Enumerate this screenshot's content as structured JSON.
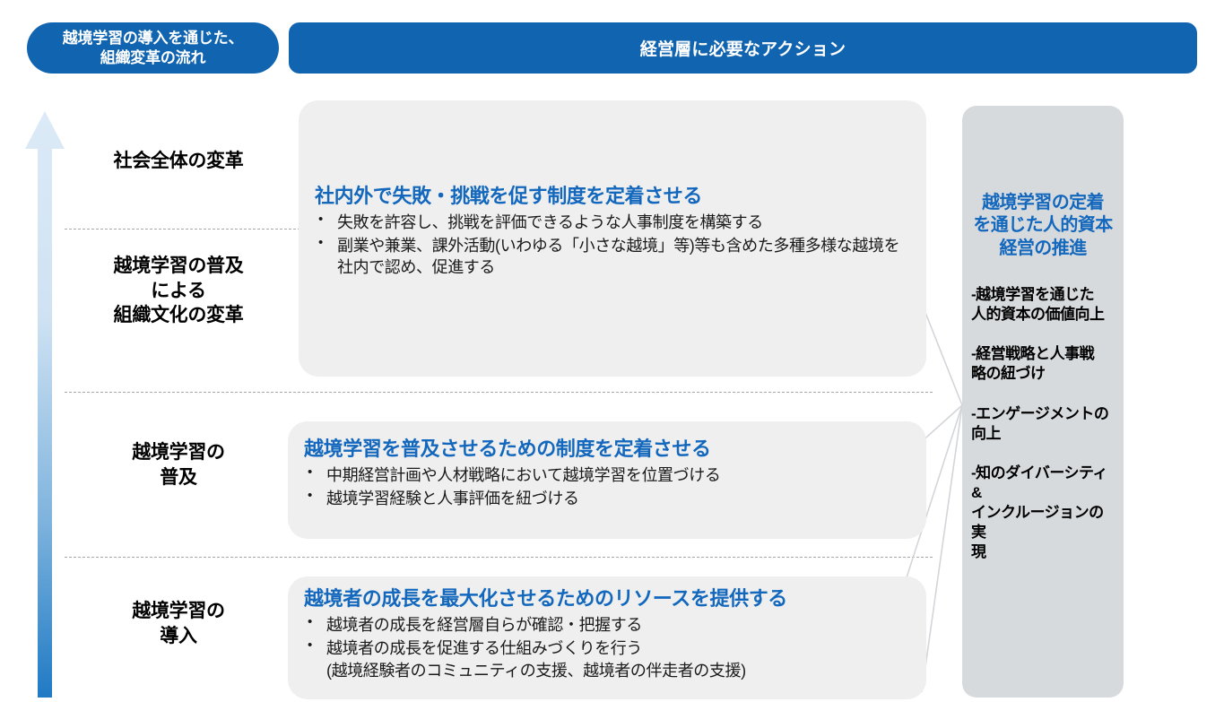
{
  "header": {
    "left_pill": {
      "line1": "越境学習の導入を通じた、",
      "line2": "組織変革の流れ"
    },
    "banner_title": "経営層に必要なアクション"
  },
  "colors": {
    "brand_blue": "#1064b0",
    "heading_blue": "#1368bd",
    "card_bg": "#efefef",
    "panel_bg": "#d7dadd",
    "arrow_top": "#dbeaf7",
    "arrow_bottom": "#1f7ac4",
    "connector_line": "#d2d5d9",
    "separator": "#9a9a9a"
  },
  "axis": {
    "arrow_name": "upward-progress-arrow",
    "stages": [
      {
        "lines": [
          "社会全体の変革"
        ]
      },
      {
        "lines": [
          "越境学習の普及",
          "による",
          "組織文化の変革"
        ]
      },
      {
        "lines": [
          "越境学習の",
          "普及"
        ]
      },
      {
        "lines": [
          "越境学習の",
          "導入"
        ]
      }
    ]
  },
  "cards": [
    {
      "title": "社内外で失敗・挑戦を促す制度を定着させる",
      "bullets": [
        {
          "text": "失敗を許容し、挑戦を評価できるような人事制度を構築する",
          "bullet": true
        },
        {
          "text": "副業や兼業、課外活動(いわゆる「小さな越境」等)等も含めた多種多様な越境を社内で認め、促進する",
          "bullet": true
        }
      ]
    },
    {
      "title": "越境学習を普及させるための制度を定着させる",
      "bullets": [
        {
          "text": "中期経営計画や人材戦略において越境学習を位置づける",
          "bullet": true
        },
        {
          "text": "越境学習経験と人事評価を紐づける",
          "bullet": true
        }
      ]
    },
    {
      "title": "越境者の成長を最大化させるためのリソースを提供する",
      "bullets": [
        {
          "text": "越境者の成長を経営層自らが確認・把握する",
          "bullet": true
        },
        {
          "text": "越境者の成長を促進する仕組みづくりを行う",
          "bullet": true
        },
        {
          "text": "(越境経験者のコミュニティの支援、越境者の伴走者の支援)",
          "bullet": false
        }
      ]
    }
  ],
  "outcome": {
    "title_lines": [
      "越境学習の定着",
      "を通じた人的資本",
      "経営の推進"
    ],
    "items": [
      {
        "lines": [
          "-越境学習を通じた",
          "人的資本の価値向上"
        ]
      },
      {
        "lines": [
          "-経営戦略と人事戦",
          "略の紐づけ"
        ]
      },
      {
        "lines": [
          "-エンゲージメントの",
          "向上"
        ]
      },
      {
        "lines": [
          "-知のダイバーシティ",
          "&",
          "インクルージョンの実",
          "現"
        ]
      }
    ]
  }
}
